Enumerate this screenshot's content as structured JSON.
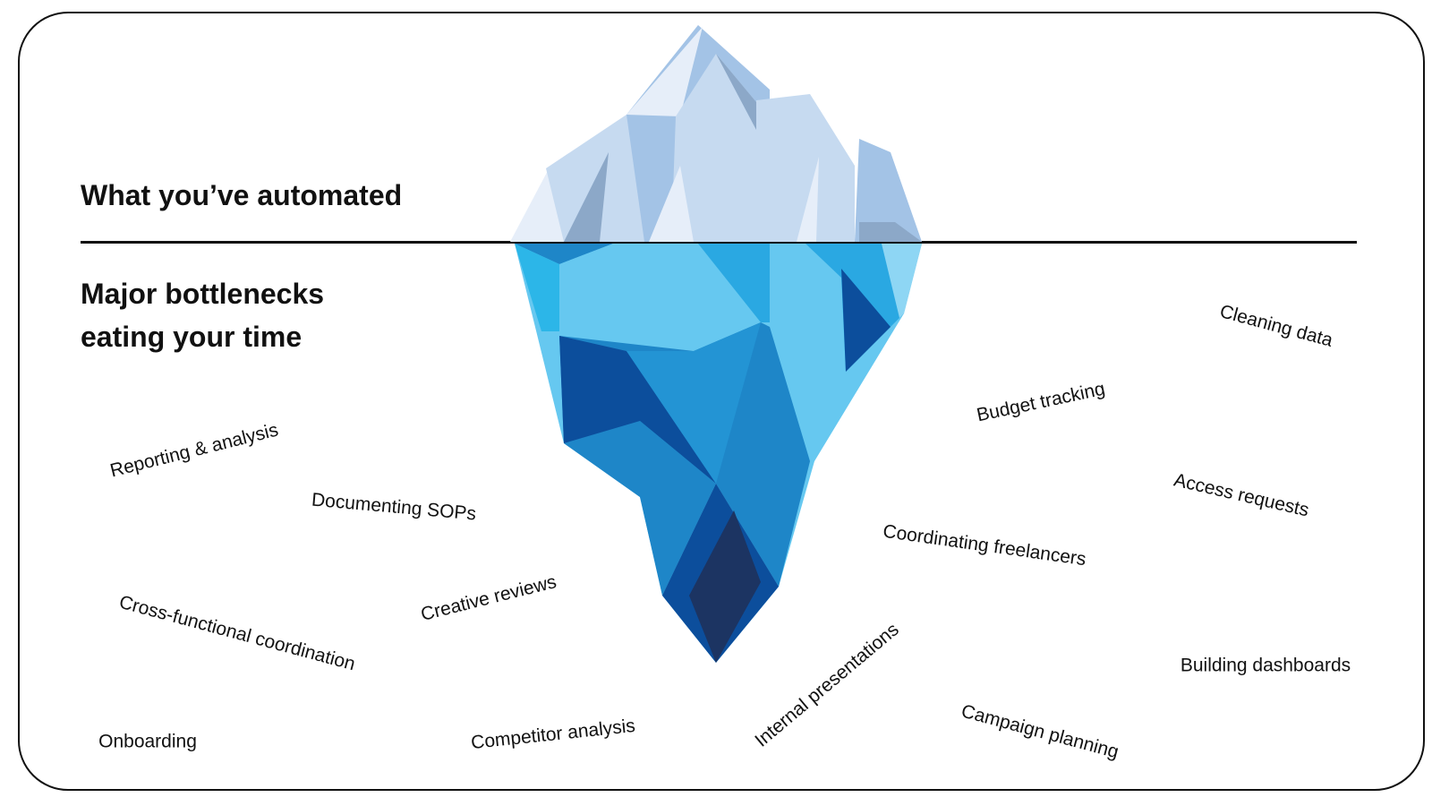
{
  "headings": {
    "automated": "What you’ve automated",
    "bottlenecks_line1": "Major bottlenecks",
    "bottlenecks_line2": "eating your time"
  },
  "labels": [
    "Reporting & analysis",
    "Documenting SOPs",
    "Cross-functional coordination",
    "Creative reviews",
    "Onboarding",
    "Competitor analysis",
    "Internal presentations",
    "Campaign planning",
    "Coordinating freelancers",
    "Budget tracking",
    "Cleaning data",
    "Access requests",
    "Building dashboards"
  ],
  "colors": {
    "ice_light": "#c6daf0",
    "ice_mid": "#a3c3e6",
    "water_light": "#66c8f0",
    "water_mid": "#1e86c8",
    "water_dark": "#0c4e9c",
    "water_deepest": "#1c3462"
  }
}
